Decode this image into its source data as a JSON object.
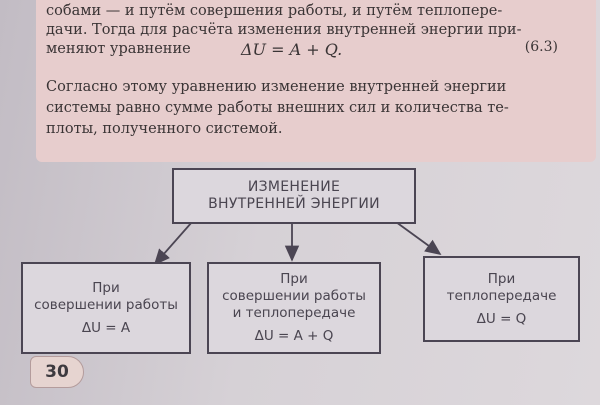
{
  "text": {
    "lines": [
      "собами — и путём совершения работы, и путём теплопере-",
      "дачи. Тогда для расчёта изменения внутренней энергии при-",
      "меняют уравнение"
    ],
    "equation": "ΔU = A + Q.",
    "equation_number": "(6.3)",
    "paragraph": [
      "Согласно этому уравнению изменение внутренней энергии",
      "системы равно сумме работы внешних сил и количества те-",
      "плоты, полученного системой."
    ]
  },
  "diagram": {
    "root": [
      "ИЗМЕНЕНИЕ",
      "ВНУТРЕННЕЙ ЭНЕРГИИ"
    ],
    "branches": [
      {
        "lines": [
          "При",
          "совершении работы"
        ],
        "formula": "ΔU = A"
      },
      {
        "lines": [
          "При",
          "совершении работы",
          "и теплопередаче"
        ],
        "formula": "ΔU = A + Q"
      },
      {
        "lines": [
          "При",
          "теплопередаче"
        ],
        "formula": "ΔU = Q"
      }
    ]
  },
  "page_number": "30",
  "colors": {
    "note_bg": "#e7cdcd",
    "box_border": "#4b4553",
    "text": "#3a3435"
  }
}
